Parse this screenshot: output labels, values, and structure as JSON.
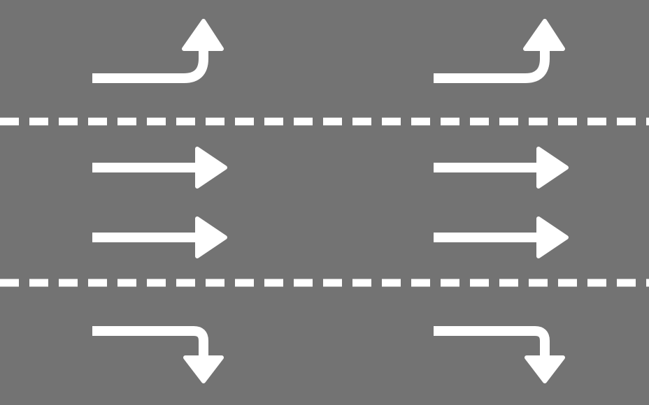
{
  "scene": {
    "asphalt_color": "#737373",
    "marking_color": "#ffffff",
    "lane_dividers": [
      {
        "name": "upper-lane-divider",
        "style": "dashed"
      },
      {
        "name": "lower-lane-divider",
        "style": "dashed"
      }
    ],
    "lanes": [
      {
        "name": "top-lane",
        "marking": "left-turn-arrow",
        "count": 2
      },
      {
        "name": "middle-lane-1",
        "marking": "straight-arrow",
        "count": 2
      },
      {
        "name": "middle-lane-2",
        "marking": "straight-arrow",
        "count": 2
      },
      {
        "name": "bottom-lane",
        "marking": "right-turn-arrow",
        "count": 2
      }
    ]
  }
}
